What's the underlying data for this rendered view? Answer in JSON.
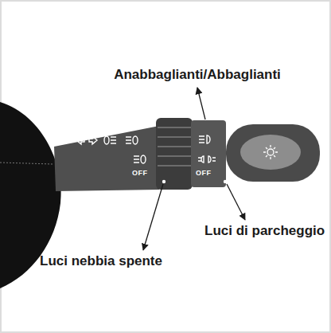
{
  "diagram": {
    "labels": [
      "Anabbaglianti/Abbaglianti",
      "OFF",
      "OFF",
      "Luci di parcheggio",
      "Luci nebbia spente"
    ]
  }
}
